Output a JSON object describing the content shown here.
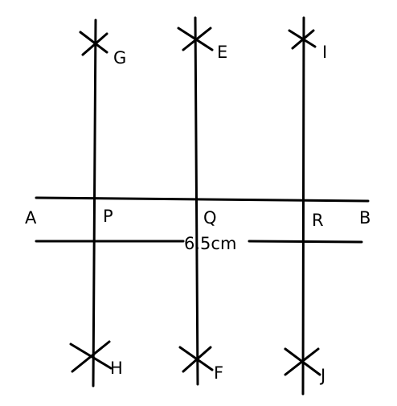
{
  "points": {
    "A": "A",
    "B": "B",
    "P": "P",
    "Q": "Q",
    "R": "R",
    "G": "G",
    "H": "H",
    "E": "E",
    "F": "F",
    "I": "I",
    "J": "J"
  },
  "measurement": "6.5cm"
}
